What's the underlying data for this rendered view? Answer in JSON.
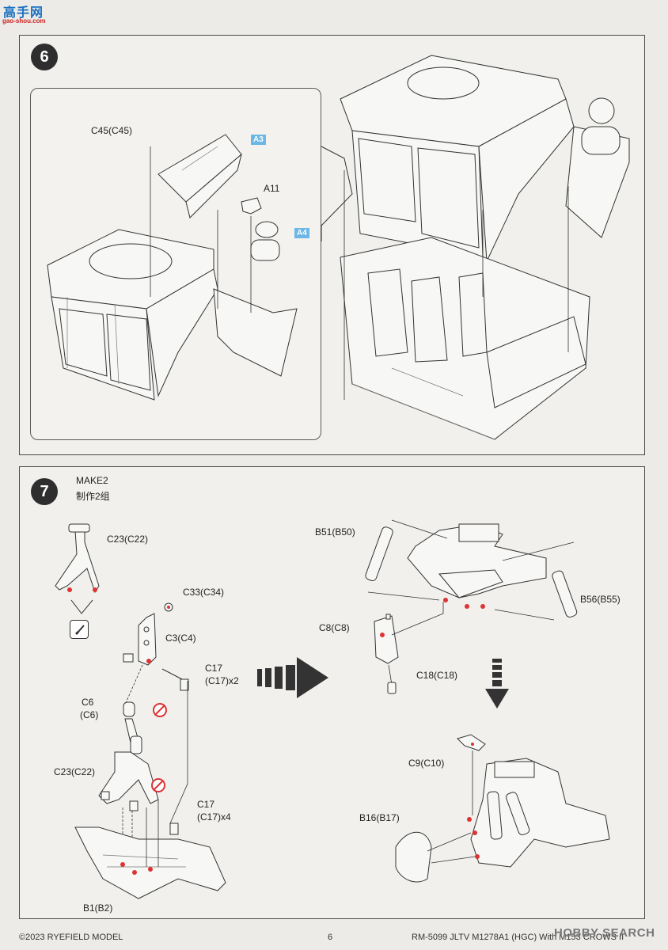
{
  "logo": {
    "chars": "高手网",
    "sub": "gao-shou.com"
  },
  "step6": {
    "number": "6",
    "labels": {
      "c45": "C45(C45)",
      "a3": "A3",
      "a11": "A11",
      "a4": "A4"
    }
  },
  "step7": {
    "number": "7",
    "make_en": "MAKE2",
    "make_cn": "制作2组",
    "labels": {
      "c23_top": "C23(C22)",
      "c33": "C33(C34)",
      "c3": "C3(C4)",
      "c17a_1": "C17",
      "c17a_2": "(C17)x2",
      "c6_1": "C6",
      "c6_2": "(C6)",
      "c23_mid": "C23(C22)",
      "c17b_1": "C17",
      "c17b_2": "(C17)x4",
      "b1": "B1(B2)",
      "b51": "B51(B50)",
      "b56": "B56(B55)",
      "c8": "C8(C8)",
      "c18": "C18(C18)",
      "c9": "C9(C10)",
      "b16": "B16(B17)"
    },
    "icons": [
      "paint-brush-icon",
      "no-glue-icon",
      "arrow-right-icon",
      "arrow-down-icon"
    ]
  },
  "colors": {
    "accent_tag": "#6cb7e4",
    "glue_mark": "#d33",
    "badge": "#2e2e2e"
  },
  "footer": {
    "copyright": "©2023 RYEFIELD MODEL",
    "page": "6",
    "product": "RM-5099 JLTV M1278A1 (HGC) With M153 CROWS II"
  },
  "watermark": "HOBBY SEARCH"
}
